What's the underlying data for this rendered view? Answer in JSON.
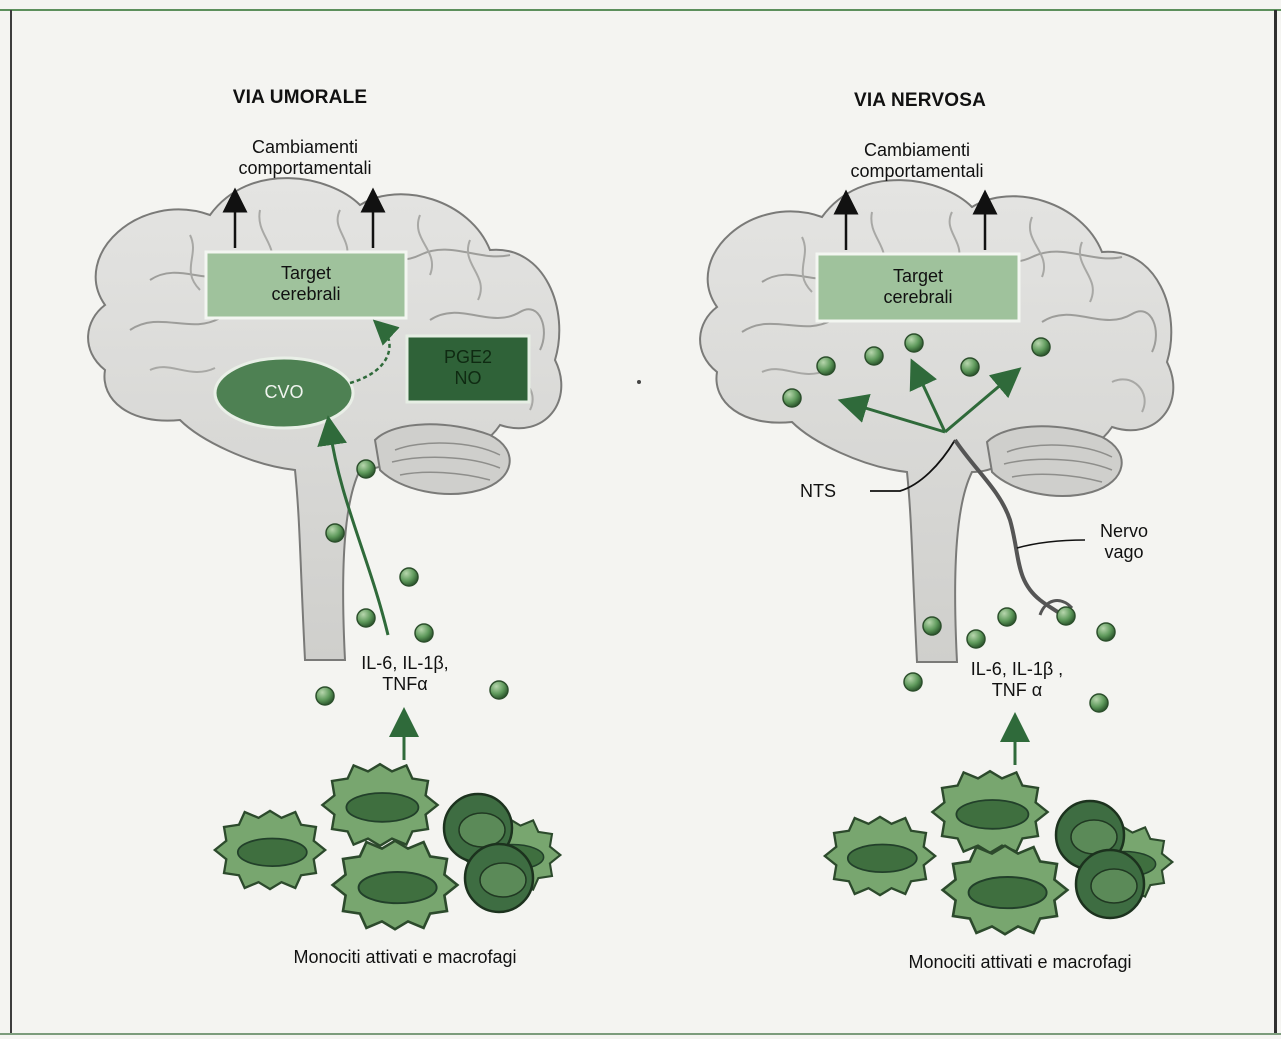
{
  "left_panel": {
    "heading": "VIA UMORALE",
    "effect": [
      "Cambiamenti",
      "comportamentali"
    ],
    "target": [
      "Target",
      "cerebrali"
    ],
    "mediators": [
      "PGE2",
      "NO"
    ],
    "organ": "CVO",
    "cytokines": [
      "IL-6, IL-1β,",
      "TNFα"
    ],
    "caption": "Monociti attivati e macrofagi"
  },
  "right_panel": {
    "heading": "VIA NERVOSA",
    "effect": [
      "Cambiamenti",
      "comportamentali"
    ],
    "target": [
      "Target",
      "cerebrali"
    ],
    "nucleus": "NTS",
    "nerve": [
      "Nervo",
      "vago"
    ],
    "cytokines": [
      "IL-6, IL-1β ,",
      "TNF α"
    ],
    "caption": "Monociti attivati e macrofagi"
  },
  "colors": {
    "target_box": "#9fc29c",
    "mediator_box": "#2f6238",
    "cvo": "#4e8153",
    "particle": "#5f9a5c",
    "arrow_green": "#2f6a3a",
    "brain": "#d7d7d5",
    "cell": "#6f9f67"
  },
  "icons": [
    "brain-illustration",
    "cytokine-particle-icon",
    "activated-cell-icon",
    "arrow-up-icon"
  ]
}
